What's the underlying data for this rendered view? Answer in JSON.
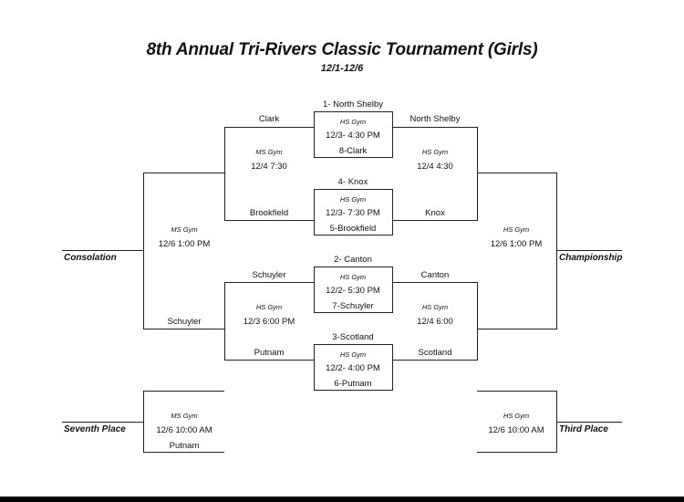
{
  "title": "8th Annual Tri-Rivers Classic Tournament (Girls)",
  "dates": "12/1-12/6",
  "first_round": [
    {
      "top": "1- North Shelby",
      "venue": "HS Gym",
      "time": "12/3- 4:30 PM",
      "bottom": "8-Clark"
    },
    {
      "top": "4- Knox",
      "venue": "HS Gym",
      "time": "12/3- 7:30 PM",
      "bottom": "5-Brookfield"
    },
    {
      "top": "2- Canton",
      "venue": "HS Gym",
      "time": "12/2- 5:30 PM",
      "bottom": "7-Schuyler"
    },
    {
      "top": "3-Scotland",
      "venue": "HS Gym",
      "time": "12/2- 4:00 PM",
      "bottom": "6-Putnam"
    }
  ],
  "left": {
    "semi1": {
      "top": "Clark",
      "venue": "MS Gym",
      "time": "12/4 7:30",
      "bottom": "Brookfield"
    },
    "semi2": {
      "top": "Schuyler",
      "venue": "HS Gym",
      "time": "12/3 6:00 PM",
      "bottom": "Putnam"
    },
    "final": {
      "venue": "MS Gym",
      "time": "12/6 1:00 PM",
      "bottom": "Schuyler",
      "label": "Consolation"
    },
    "placement": {
      "venue": "MS Gym",
      "time": "12/6 10:00 AM",
      "bottom": "Putnam",
      "label": "Seventh Place"
    }
  },
  "right": {
    "semi1": {
      "top": "North Shelby",
      "venue": "HS Gym",
      "time": "12/4 4:30",
      "bottom": "Knox"
    },
    "semi2": {
      "top": "Canton",
      "venue": "HS Gym",
      "time": "12/4 6:00",
      "bottom": "Scotland"
    },
    "final": {
      "venue": "HS Gym",
      "time": "12/6 1:00 PM",
      "label": "Championship"
    },
    "placement": {
      "venue": "HS Gym",
      "time": "12/6 10:00 AM",
      "label": "Third Place"
    }
  }
}
